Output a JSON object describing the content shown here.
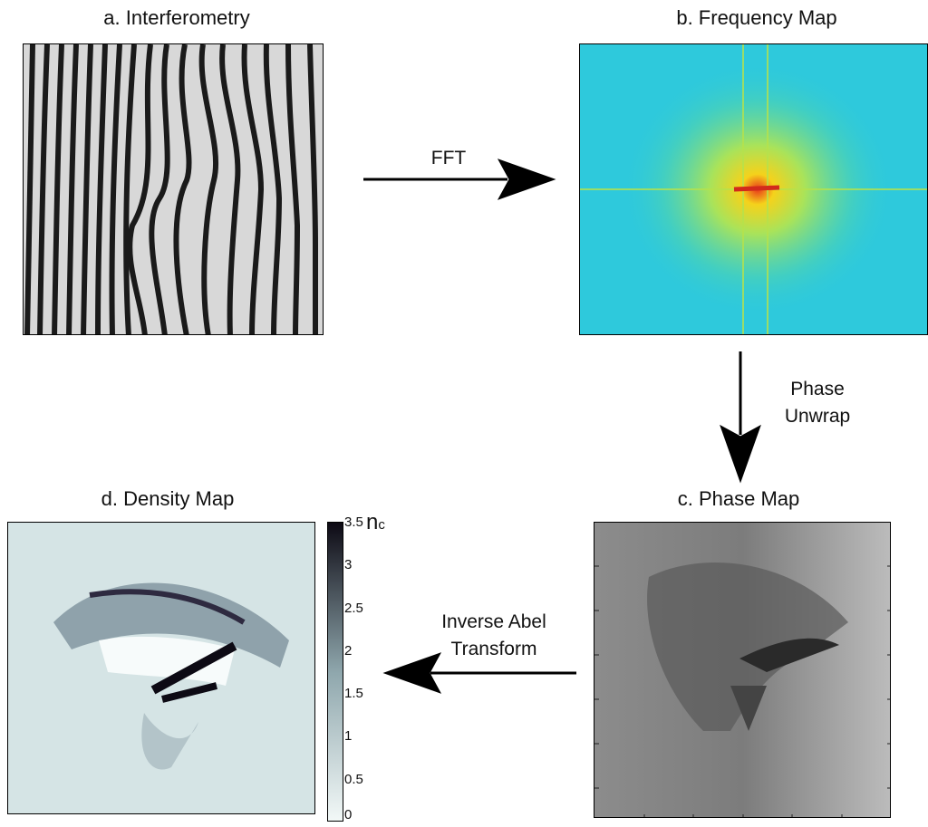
{
  "panels": {
    "a": {
      "title": "a. Interferometry"
    },
    "b": {
      "title": "b. Frequency Map"
    },
    "c": {
      "title": "c. Phase Map"
    },
    "d": {
      "title": "d. Density Map"
    }
  },
  "steps": {
    "fft": "FFT",
    "phase_unwrap": [
      "Phase",
      "Unwrap"
    ],
    "inverse_abel": [
      "Inverse Abel",
      "Transform"
    ]
  },
  "colorbar": {
    "unit": "n",
    "unit_sub": "c",
    "ticks": [
      "3.5",
      "3",
      "2.5",
      "2",
      "1.5",
      "1",
      "0.5",
      "0"
    ],
    "colors": {
      "low": "#f3f9f8",
      "mid": "#8fa7ad",
      "high": "#0d0a14"
    }
  },
  "colors": {
    "freq_background": "#2ec9dc",
    "freq_core": "#d22a1c",
    "phase_background": "#9d9d9d",
    "arrow": "#000000"
  }
}
